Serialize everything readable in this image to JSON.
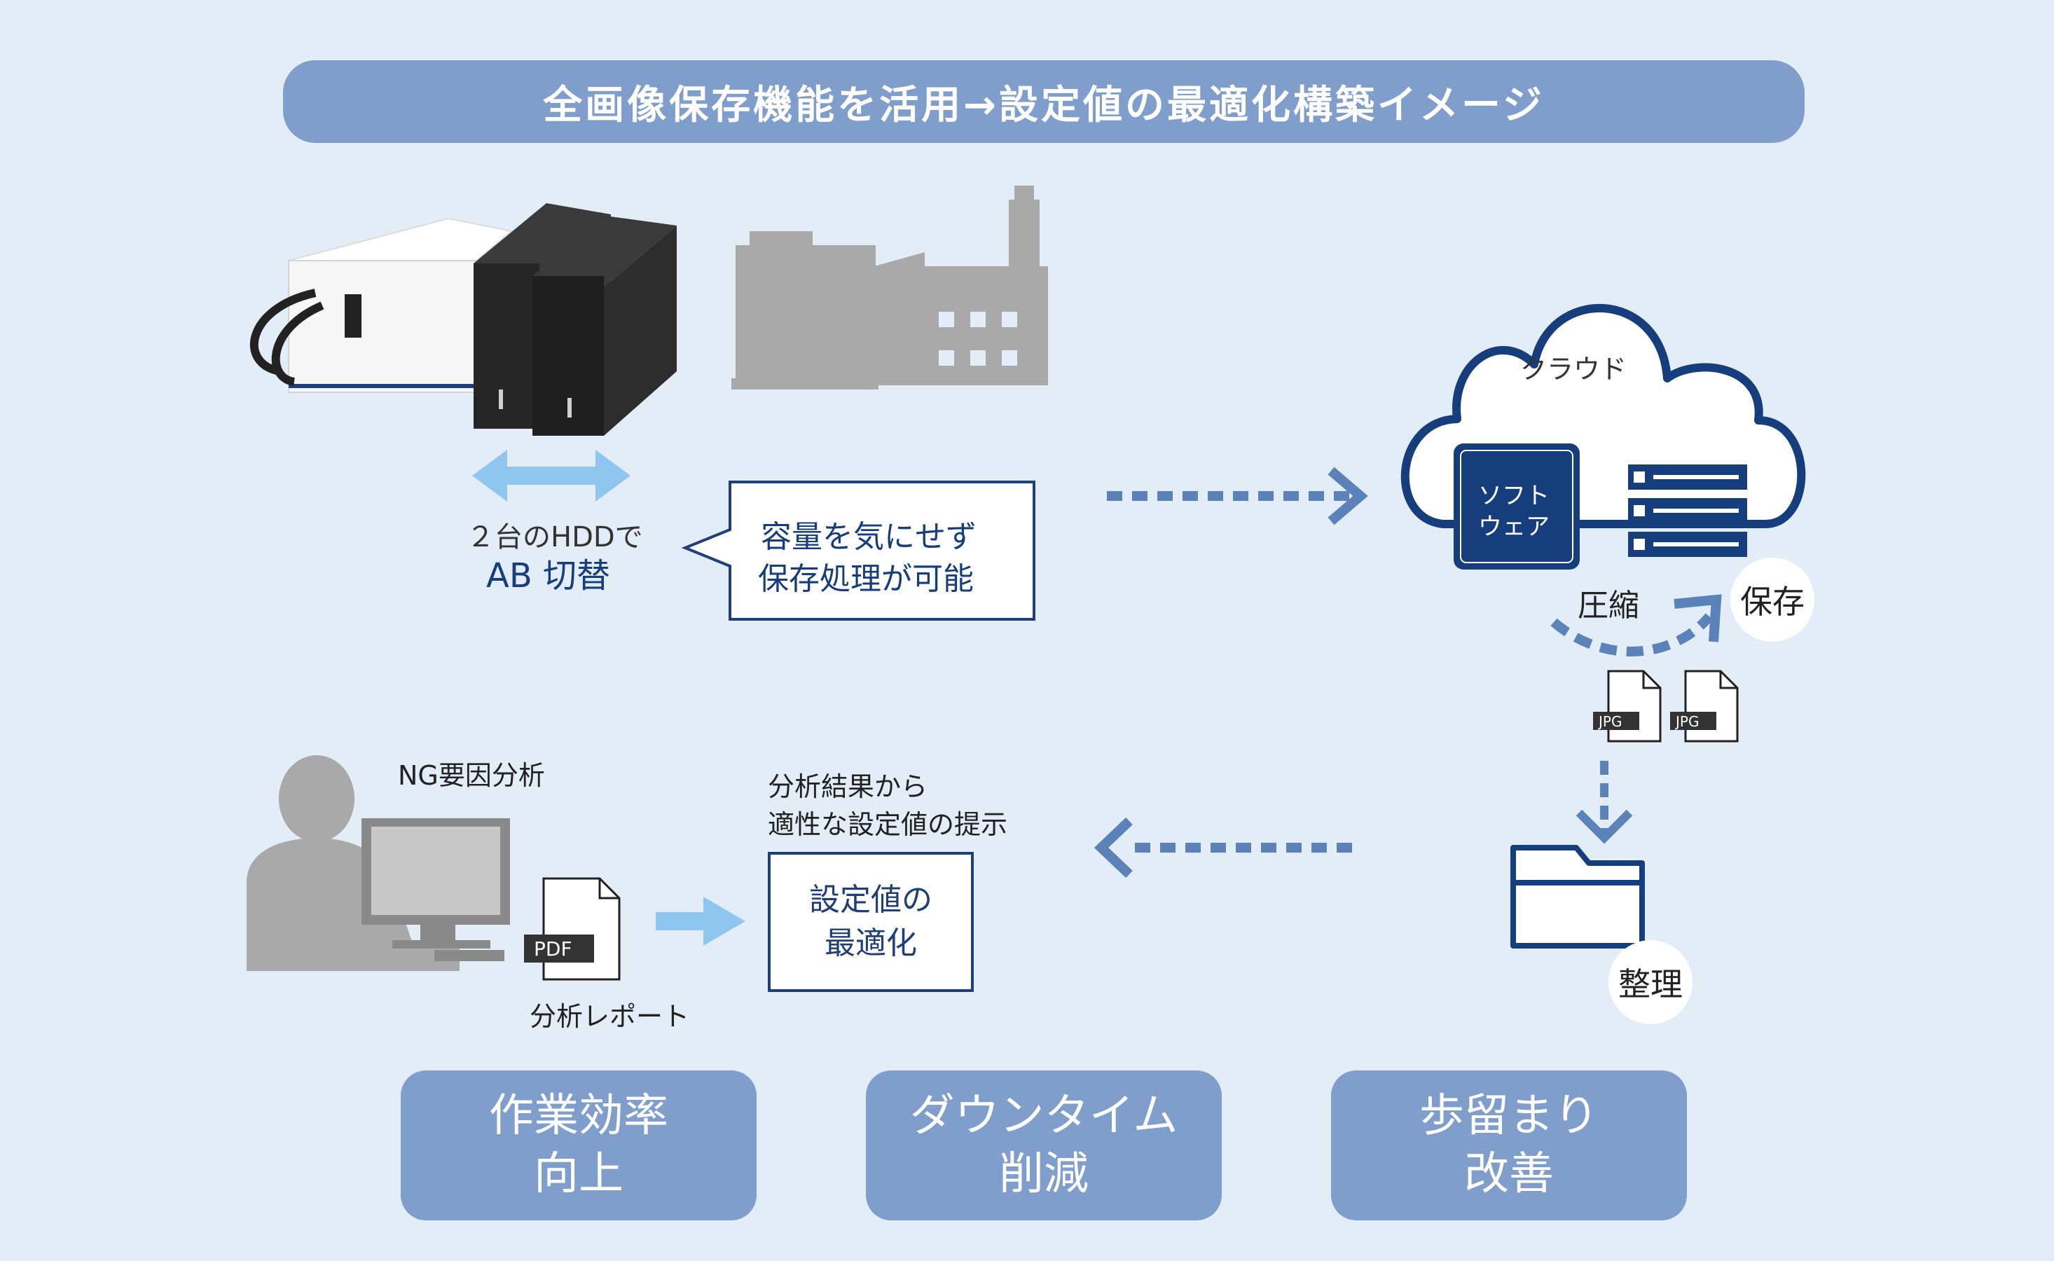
{
  "title": "全画像保存機能を活用→設定値の最適化構築イメージ",
  "hdd": {
    "line1": "２台のHDDで",
    "line2": "AB 切替"
  },
  "callout": {
    "line1": "容量を気にせず",
    "line2": "保存処理が可能"
  },
  "cloud": {
    "label": "クラウド",
    "software_line1": "ソフト",
    "software_line2": "ウェア"
  },
  "compress_label": "圧縮",
  "save_label": "保存",
  "jpg_label": "JPG",
  "organize_label": "整理",
  "analysis": {
    "title": "NG要因分析",
    "pdf_label": "PDF",
    "report_label": "分析レポート"
  },
  "result": {
    "caption1": "分析結果から",
    "caption2": "適性な設定値の提示",
    "box_line1": "設定値の",
    "box_line2": "最適化"
  },
  "outcomes": [
    {
      "line1": "作業効率",
      "line2": "向上"
    },
    {
      "line1": "ダウンタイム",
      "line2": "削減"
    },
    {
      "line1": "歩留まり",
      "line2": "改善"
    }
  ],
  "colors": {
    "background": "#e3edf7",
    "title_bar": "#7f9ecb",
    "navy": "#173e7c",
    "arrow_blue": "#5b82b9",
    "light_arrow": "#8ec6ef",
    "silhouette": "#a9a9a9"
  }
}
